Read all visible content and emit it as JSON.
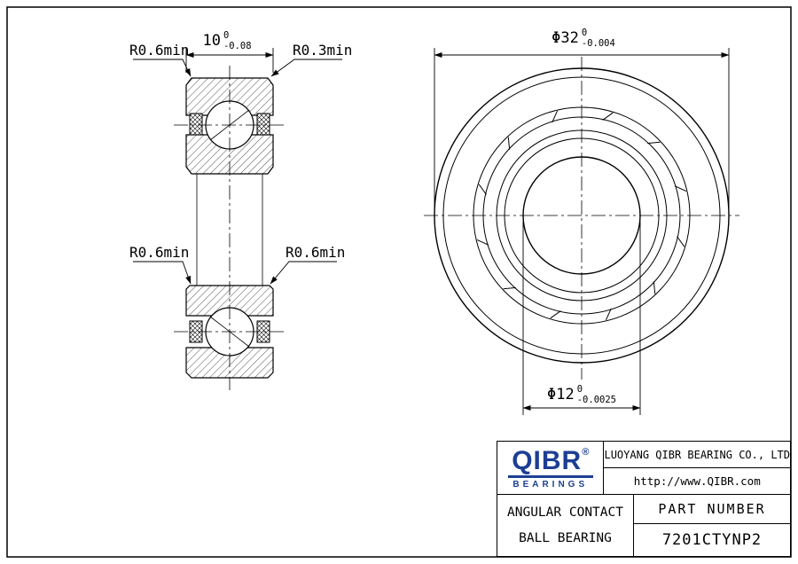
{
  "colors": {
    "line": "#000000",
    "logo_blue": "#1c3f94",
    "background": "#ffffff"
  },
  "dims": {
    "width": {
      "value": "10",
      "upper": "0",
      "lower": "-0.08"
    },
    "outer_dia": {
      "value": "Φ32",
      "upper": "0",
      "lower": "-0.004"
    },
    "bore_dia": {
      "value": "Φ12",
      "upper": "0",
      "lower": "-0.0025"
    }
  },
  "callouts": {
    "top_left": "R0.6min",
    "top_right": "R0.3min",
    "mid_left": "R0.6min",
    "mid_right": "R0.6min"
  },
  "title_block": {
    "logo": "QIBR",
    "registered": "®",
    "logo_subtitle": "BEARINGS",
    "company": "LUOYANG QIBR BEARING CO., LTD",
    "website": "http://www.QIBR.com",
    "product_line1": "ANGULAR CONTACT",
    "product_line2": "BALL BEARING",
    "part_number_label": "PART NUMBER",
    "part_number": "7201CTYNP2"
  }
}
